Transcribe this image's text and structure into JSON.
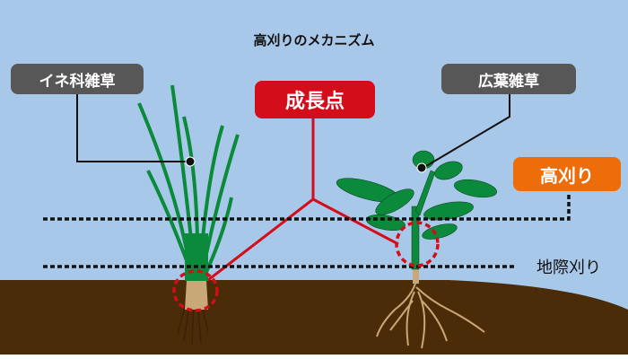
{
  "title": "高刈りのメカニズム",
  "labels": {
    "grass_weed": "イネ科雑草",
    "broadleaf_weed": "広葉雑草",
    "growth_point": "成長点",
    "high_cut": "高刈り",
    "ground_cut": "地際刈り"
  },
  "colors": {
    "sky": "#a8c8ea",
    "soil": "#4a2c08",
    "red": "#d40d1a",
    "orange": "#ed6d0a",
    "leaf": "#0a8a3a"
  }
}
